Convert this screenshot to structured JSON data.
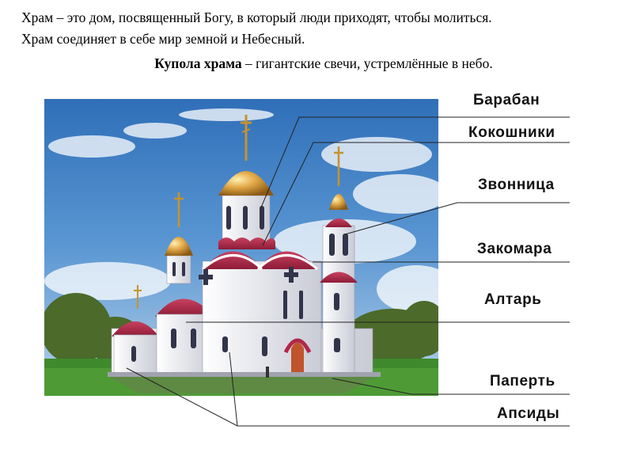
{
  "intro": {
    "line1": "Храм – это дом, посвященный Богу, в который люди приходят, чтобы молиться.",
    "line2": "Храм соединяет в себе мир земной и Небесный."
  },
  "subtitle": {
    "bold": "Купола храма",
    "rest": " – гигантские свечи, устремлённые в небо."
  },
  "labels": {
    "baraban": "Барабан",
    "kokoshniki": "Кокошники",
    "zvonnitsa": "Звонница",
    "zakomara": "Закомара",
    "altar": "Алтарь",
    "paperte": "Паперть",
    "apsidy": "Апсиды"
  },
  "colors": {
    "roof": "#b0284a",
    "dome_gold": "#d9a040",
    "wall": "#f2f2f6",
    "sky": "#3f7fc4",
    "grass": "#3f8a2c"
  }
}
